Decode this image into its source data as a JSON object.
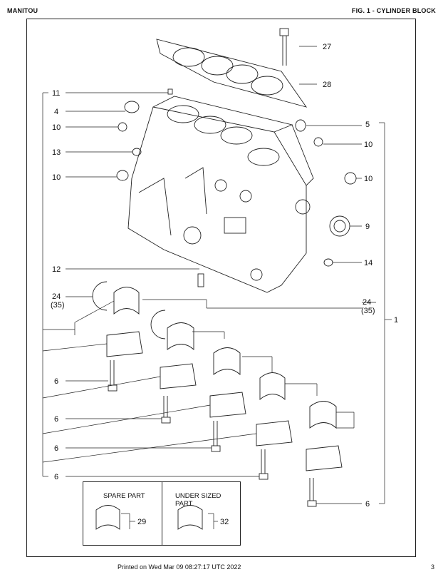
{
  "header": {
    "brand": "MANITOU",
    "figure_title": "FIG. 1 - CYLINDER BLOCK"
  },
  "callouts": {
    "c27": "27",
    "c28": "28",
    "c11": "11",
    "c4": "4",
    "c10a": "10",
    "c13": "13",
    "c10b": "10",
    "c5": "5",
    "c10c": "10",
    "c10d": "10",
    "c9": "9",
    "c14": "14",
    "c12": "12",
    "c24l": "24",
    "c35l": "(35)",
    "c24r": "24",
    "c35r": "(35)",
    "c1": "1",
    "c6a": "6",
    "c6b": "6",
    "c6c": "6",
    "c6d": "6",
    "c6e": "6",
    "c29": "29",
    "c32": "32"
  },
  "legend": {
    "spare_part": "SPARE PART",
    "under_sized_part": "UNDER SIZED PART"
  },
  "footer": {
    "printed": "Printed on  Wed Mar 09 08:27:17 UTC 2022",
    "page": "3"
  }
}
